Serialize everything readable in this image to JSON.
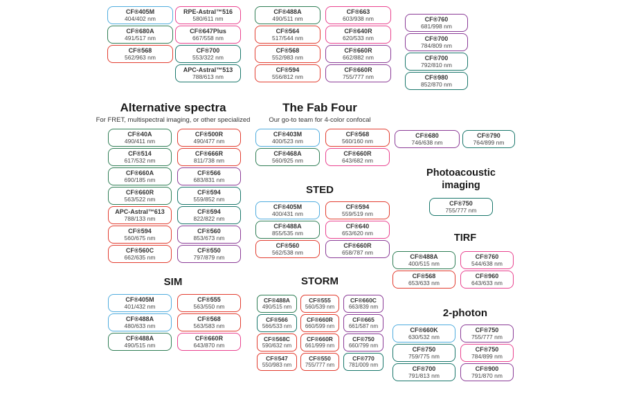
{
  "palette": {
    "blue": "#4FACDE",
    "green": "#2E7D54",
    "teal": "#18766A",
    "red": "#E23B2E",
    "pink": "#E9418E",
    "purple": "#8A3A96"
  },
  "sections": {
    "top": {
      "columns": [
        {
          "pills": [
            {
              "name": "CF®405M",
              "nm": "404/402 nm",
              "color": "blue"
            },
            {
              "name": "CF®680A",
              "nm": "491/517 nm",
              "color": "green"
            },
            {
              "name": "CF®568",
              "nm": "562/963 nm",
              "color": "red"
            }
          ]
        },
        {
          "pills": [
            {
              "name": "RPE-Astral™516",
              "nm": "580/611 nm",
              "color": "pink"
            },
            {
              "name": "CF®647Plus",
              "nm": "667/558 nm",
              "color": "pink"
            },
            {
              "name": "CF®700",
              "nm": "553/322 nm",
              "color": "teal"
            },
            {
              "name": "APC-Astral™513",
              "nm": "788/613 nm",
              "color": "teal"
            }
          ]
        },
        {
          "pills": [
            {
              "name": "CF®488A",
              "nm": "490/511 nm",
              "color": "green"
            },
            {
              "name": "CF®564",
              "nm": "517/544 nm",
              "color": "red"
            },
            {
              "name": "CF®568",
              "nm": "552/983 nm",
              "color": "red"
            },
            {
              "name": "CF®594",
              "nm": "556/812 nm",
              "color": "red"
            }
          ]
        },
        {
          "pills": [
            {
              "name": "CF®663",
              "nm": "603/938 nm",
              "color": "pink"
            },
            {
              "name": "CF®640R",
              "nm": "620/533 nm",
              "color": "pink"
            },
            {
              "name": "CF®660R",
              "nm": "662/882 nm",
              "color": "purple"
            },
            {
              "name": "CF®660R",
              "nm": "755/777 nm",
              "color": "purple"
            }
          ]
        },
        {
          "pills": [
            {
              "name": "CF®760",
              "nm": "681/998 nm",
              "color": "purple"
            },
            {
              "name": "CF®700",
              "nm": "784/809 nm",
              "color": "purple"
            },
            {
              "name": "CF®700",
              "nm": "792/810 nm",
              "color": "teal"
            },
            {
              "name": "CF®980",
              "nm": "852/870 nm",
              "color": "teal"
            }
          ]
        }
      ]
    },
    "alternative": {
      "title": "Alternative spectra",
      "subtitle": "For FRET, multispectral imaging, or other specialized",
      "columns": [
        {
          "pills": [
            {
              "name": "CF®40A",
              "nm": "490/411 nm",
              "color": "green"
            },
            {
              "name": "CF®514",
              "nm": "617/532 nm",
              "color": "green"
            },
            {
              "name": "CF®660A",
              "nm": "690/185 nm",
              "color": "green"
            },
            {
              "name": "CF®660R",
              "nm": "563/522 nm",
              "color": "green"
            },
            {
              "name": "APC-Astral™613",
              "nm": "788/133 nm",
              "color": "red"
            },
            {
              "name": "CF®594",
              "nm": "560/675 nm",
              "color": "red"
            },
            {
              "name": "CF®560C",
              "nm": "662/635 nm",
              "color": "red"
            }
          ]
        },
        {
          "pills": [
            {
              "name": "CF®500R",
              "nm": "490/477 nm",
              "color": "red"
            },
            {
              "name": "CF®666R",
              "nm": "811/738 nm",
              "color": "red"
            },
            {
              "name": "CF®566",
              "nm": "683/831 nm",
              "color": "purple"
            },
            {
              "name": "CF®594",
              "nm": "559/852 nm",
              "color": "teal"
            },
            {
              "name": "CF®594",
              "nm": "822/822 nm",
              "color": "teal"
            },
            {
              "name": "CF®560",
              "nm": "853/673 nm",
              "color": "purple"
            },
            {
              "name": "CF®550",
              "nm": "797/879 nm",
              "color": "purple"
            }
          ]
        }
      ]
    },
    "fab_four": {
      "title": "The Fab Four",
      "subtitle": "Our go-to team for 4-color confocal",
      "columns": [
        {
          "pills": [
            {
              "name": "CF®403M",
              "nm": "400/523 nm",
              "color": "blue"
            },
            {
              "name": "CF®468A",
              "nm": "560/925 nm",
              "color": "green"
            }
          ]
        },
        {
          "pills": [
            {
              "name": "CF®568",
              "nm": "560/160 nm",
              "color": "red"
            },
            {
              "name": "CF®660R",
              "nm": "643/682 nm",
              "color": "pink"
            }
          ]
        }
      ]
    },
    "sted": {
      "title": "STED",
      "columns": [
        {
          "pills": [
            {
              "name": "CF®405M",
              "nm": "400/431 nm",
              "color": "blue"
            },
            {
              "name": "CF®488A",
              "nm": "855/535 nm",
              "color": "green"
            },
            {
              "name": "CF®560",
              "nm": "562/538 nm",
              "color": "red"
            }
          ]
        },
        {
          "pills": [
            {
              "name": "CF®594",
              "nm": "559/519 nm",
              "color": "red"
            },
            {
              "name": "CF®640",
              "nm": "653/620 nm",
              "color": "pink"
            },
            {
              "name": "CF®660R",
              "nm": "658/787 nm",
              "color": "purple"
            }
          ]
        }
      ]
    },
    "right_pair": {
      "columns": [
        {
          "pills": [
            {
              "name": "CF®680",
              "nm": "746/638 nm",
              "color": "purple"
            }
          ]
        },
        {
          "pills": [
            {
              "name": "CF®790",
              "nm": "764/899 nm",
              "color": "teal"
            }
          ]
        }
      ]
    },
    "photoacoustic": {
      "title_line1": "Photoacoustic",
      "title_line2": "imaging",
      "columns": [
        {
          "pills": [
            {
              "name": "CF®750",
              "nm": "755/777 nm",
              "color": "teal"
            }
          ]
        }
      ]
    },
    "tirf": {
      "title": "TIRF",
      "columns": [
        {
          "pills": [
            {
              "name": "CF®488A",
              "nm": "400/515 nm",
              "color": "green"
            },
            {
              "name": "CF®568",
              "nm": "653/633 nm",
              "color": "red"
            }
          ]
        },
        {
          "pills": [
            {
              "name": "CF®760",
              "nm": "544/638 nm",
              "color": "pink"
            },
            {
              "name": "CF®960",
              "nm": "643/633 nm",
              "color": "pink"
            }
          ]
        }
      ]
    },
    "two_photon": {
      "title": "2-photon",
      "columns": [
        {
          "pills": [
            {
              "name": "CF®660K",
              "nm": "630/532 nm",
              "color": "blue"
            },
            {
              "name": "CF®750",
              "nm": "759/775 nm",
              "color": "teal"
            },
            {
              "name": "CF®700",
              "nm": "791/813 nm",
              "color": "teal"
            }
          ]
        },
        {
          "pills": [
            {
              "name": "CF®750",
              "nm": "755/777 nm",
              "color": "purple"
            },
            {
              "name": "CF®750",
              "nm": "784/899 nm",
              "color": "pink"
            },
            {
              "name": "CF®900",
              "nm": "791/870 nm",
              "color": "purple"
            }
          ]
        }
      ]
    },
    "sim": {
      "title": "SIM",
      "columns": [
        {
          "pills": [
            {
              "name": "CF®405M",
              "nm": "401/432 nm",
              "color": "blue"
            },
            {
              "name": "CF®488A",
              "nm": "480/633 nm",
              "color": "blue"
            },
            {
              "name": "CF®488A",
              "nm": "490/515 nm",
              "color": "green"
            }
          ]
        },
        {
          "pills": [
            {
              "name": "CF®555",
              "nm": "563/550 nm",
              "color": "red"
            },
            {
              "name": "CF®568",
              "nm": "563/583 nm",
              "color": "red"
            },
            {
              "name": "CF®660R",
              "nm": "643/870 nm",
              "color": "pink"
            }
          ]
        }
      ]
    },
    "storm": {
      "title": "STORM",
      "columns": [
        {
          "pills": [
            {
              "name": "CF®488A",
              "nm": "490/515 nm",
              "color": "green"
            },
            {
              "name": "CF®566",
              "nm": "566/533 nm",
              "color": "teal"
            },
            {
              "name": "CF®568C",
              "nm": "590/632 nm",
              "color": "red"
            },
            {
              "name": "CF®547",
              "nm": "550/983 nm",
              "color": "red"
            }
          ]
        },
        {
          "pills": [
            {
              "name": "CF®555",
              "nm": "560/539 nm",
              "color": "red"
            },
            {
              "name": "CF®660R",
              "nm": "660/599 nm",
              "color": "red"
            },
            {
              "name": "CF®660R",
              "nm": "661/999 nm",
              "color": "red"
            },
            {
              "name": "CF®550",
              "nm": "755/777 nm",
              "color": "red"
            }
          ]
        },
        {
          "pills": [
            {
              "name": "CF®660C",
              "nm": "663/839 nm",
              "color": "purple"
            },
            {
              "name": "CF®665",
              "nm": "661/587 nm",
              "color": "purple"
            },
            {
              "name": "CF®750",
              "nm": "660/799 nm",
              "color": "purple"
            },
            {
              "name": "CF®770",
              "nm": "781/009 nm",
              "color": "teal"
            }
          ]
        }
      ]
    }
  }
}
